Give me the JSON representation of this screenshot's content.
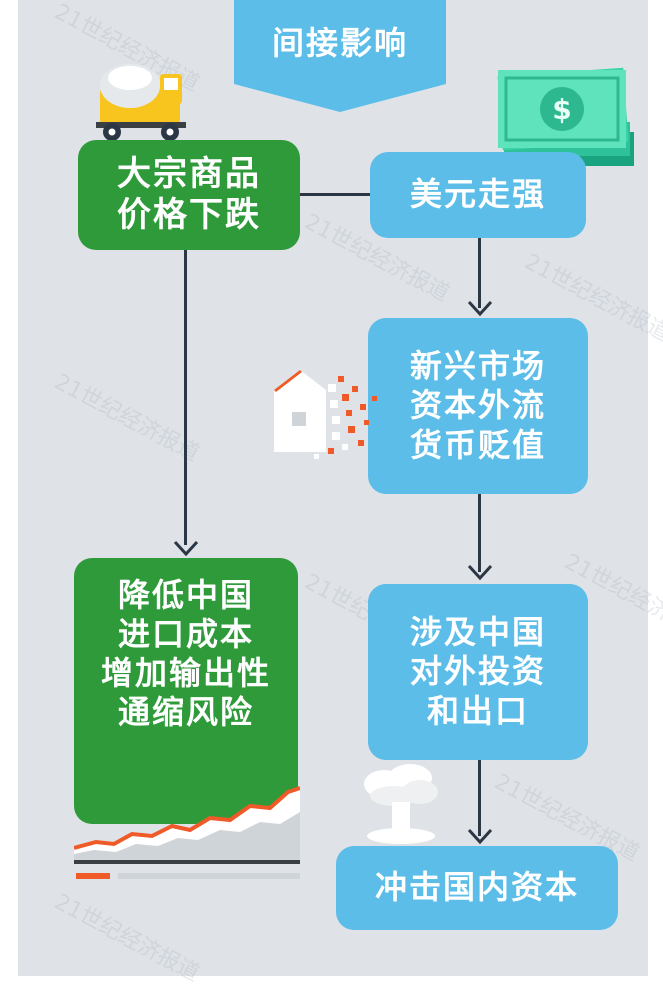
{
  "header": {
    "title": "间接影响"
  },
  "nodes": {
    "commodity": {
      "lines": [
        "大宗商品",
        "价格下跌"
      ]
    },
    "usd": {
      "lines": [
        "美元走强"
      ]
    },
    "emerging": {
      "lines": [
        "新兴市场",
        "资本外流",
        "货币贬值"
      ]
    },
    "china_cost": {
      "lines": [
        "降低中国",
        "进口成本",
        "增加输出性",
        "通缩风险"
      ]
    },
    "investment": {
      "lines": [
        "涉及中国",
        "对外投资",
        "和出口"
      ]
    },
    "impact": {
      "lines": [
        "冲击国内资本"
      ]
    }
  },
  "watermark": "21世纪经济报道",
  "colors": {
    "background": "#dfe3e8",
    "header": "#5bbde8",
    "green": "#2f9a3a",
    "blue": "#5bbde8",
    "line": "#2b3745",
    "accent": "#f05a28"
  },
  "icons": [
    "mixer-truck-icon",
    "dollar-bills-icon",
    "disintegrating-house-icon",
    "rising-chart-icon",
    "explosion-cloud-icon"
  ]
}
